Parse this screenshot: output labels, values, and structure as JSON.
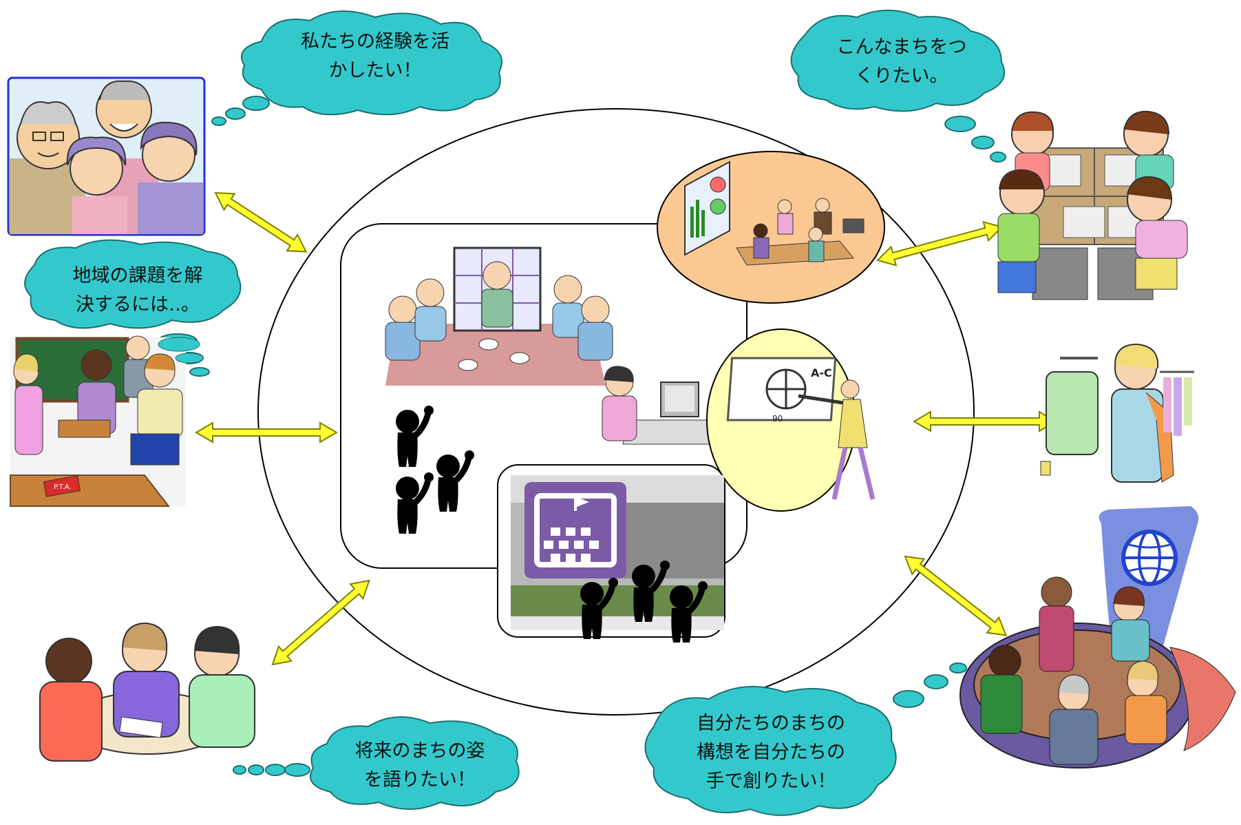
{
  "bubbles": {
    "top_left": "私たちの経験を活\nかしたい！",
    "top_right": "こんなまちをつ\nくりたい。",
    "mid_left": "地域の課題を解\n決するには‥。",
    "bottom_left": "将来のまちの姿\nを語りたい！",
    "bottom_right": "自分たちのまちの\n構想を自分たちの\n手で創りたい！"
  },
  "small_labels": {
    "whiteboard_formula": "A-C",
    "whiteboard_number": "90",
    "book_label": "P.T.A."
  },
  "icons": [
    "elderly-family-icon",
    "children-map-icon",
    "pta-meeting-icon",
    "shop-staff-icon",
    "women-discussion-icon",
    "roundtable-globe-icon",
    "video-conference-icon",
    "office-worker-icon",
    "presentation-meeting-icon",
    "lecturer-whiteboard-icon",
    "school-building-icon",
    "participant-raising-hand-icon"
  ],
  "colors": {
    "bubble_fill": "#33c9cc",
    "arrow_fill": "#ffff33",
    "arrow_stroke": "#8a8a00",
    "ellipse_orange": "#fbc892",
    "ellipse_yellow": "#ffffb3",
    "school_purple": "#7b5aa6"
  }
}
